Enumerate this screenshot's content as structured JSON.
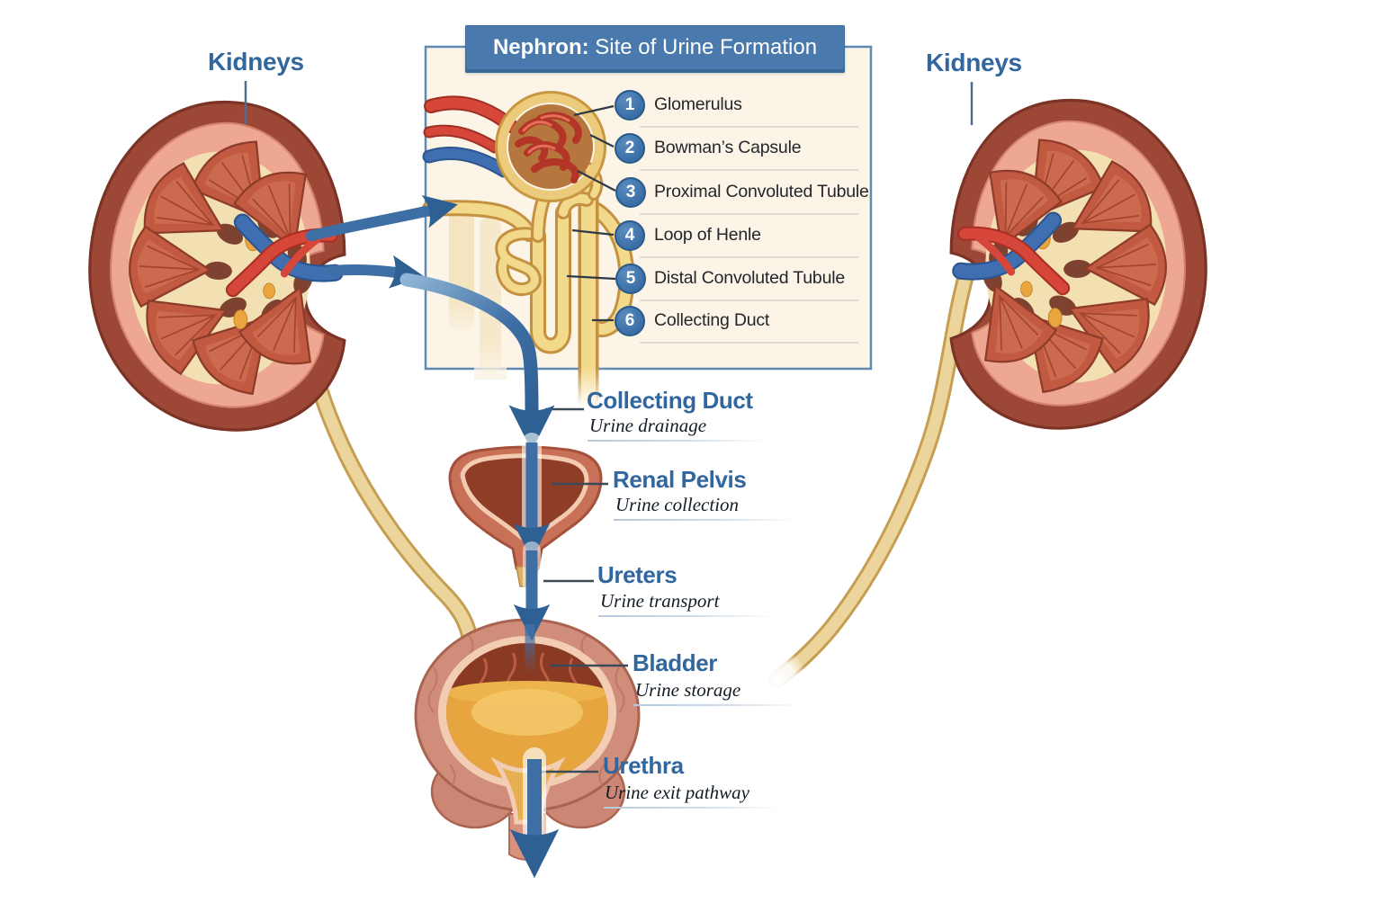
{
  "kidneys": {
    "left_label": "Kidneys",
    "right_label": "Kidneys"
  },
  "panel": {
    "header_bold": "Nephron:",
    "header_rest": " Site of Urine Formation",
    "items": [
      {
        "num": "1",
        "label": "Glomerulus"
      },
      {
        "num": "2",
        "label": "Bowman’s Capsule"
      },
      {
        "num": "3",
        "label": "Proximal Convoluted Tubule"
      },
      {
        "num": "4",
        "label": "Loop of Henle"
      },
      {
        "num": "5",
        "label": "Distal Convoluted Tubule"
      },
      {
        "num": "6",
        "label": "Collecting Duct"
      }
    ]
  },
  "flow": [
    {
      "title": "Collecting Duct",
      "subtitle": "Urine drainage"
    },
    {
      "title": "Renal Pelvis",
      "subtitle": "Urine collection"
    },
    {
      "title": "Ureters",
      "subtitle": "Urine transport"
    },
    {
      "title": "Bladder",
      "subtitle": "Urine storage"
    },
    {
      "title": "Urethra",
      "subtitle": "Urine exit pathway"
    }
  ],
  "colors": {
    "accent": "#31679e",
    "banner": "#4a7aad",
    "circle": "#3a6ea6",
    "panel-bg": "#fbf4e7",
    "panel-border": "#6089b2",
    "arrow": "#3e6fa4",
    "arrow-dark": "#2e6094",
    "artery": "#d6473a",
    "vein": "#3f6fb0",
    "ureter": "#ecd59c",
    "kidney": "#9d4736",
    "urine": "#e6a53e",
    "leader": "#3a4a58",
    "sub-text": "#131c26"
  }
}
